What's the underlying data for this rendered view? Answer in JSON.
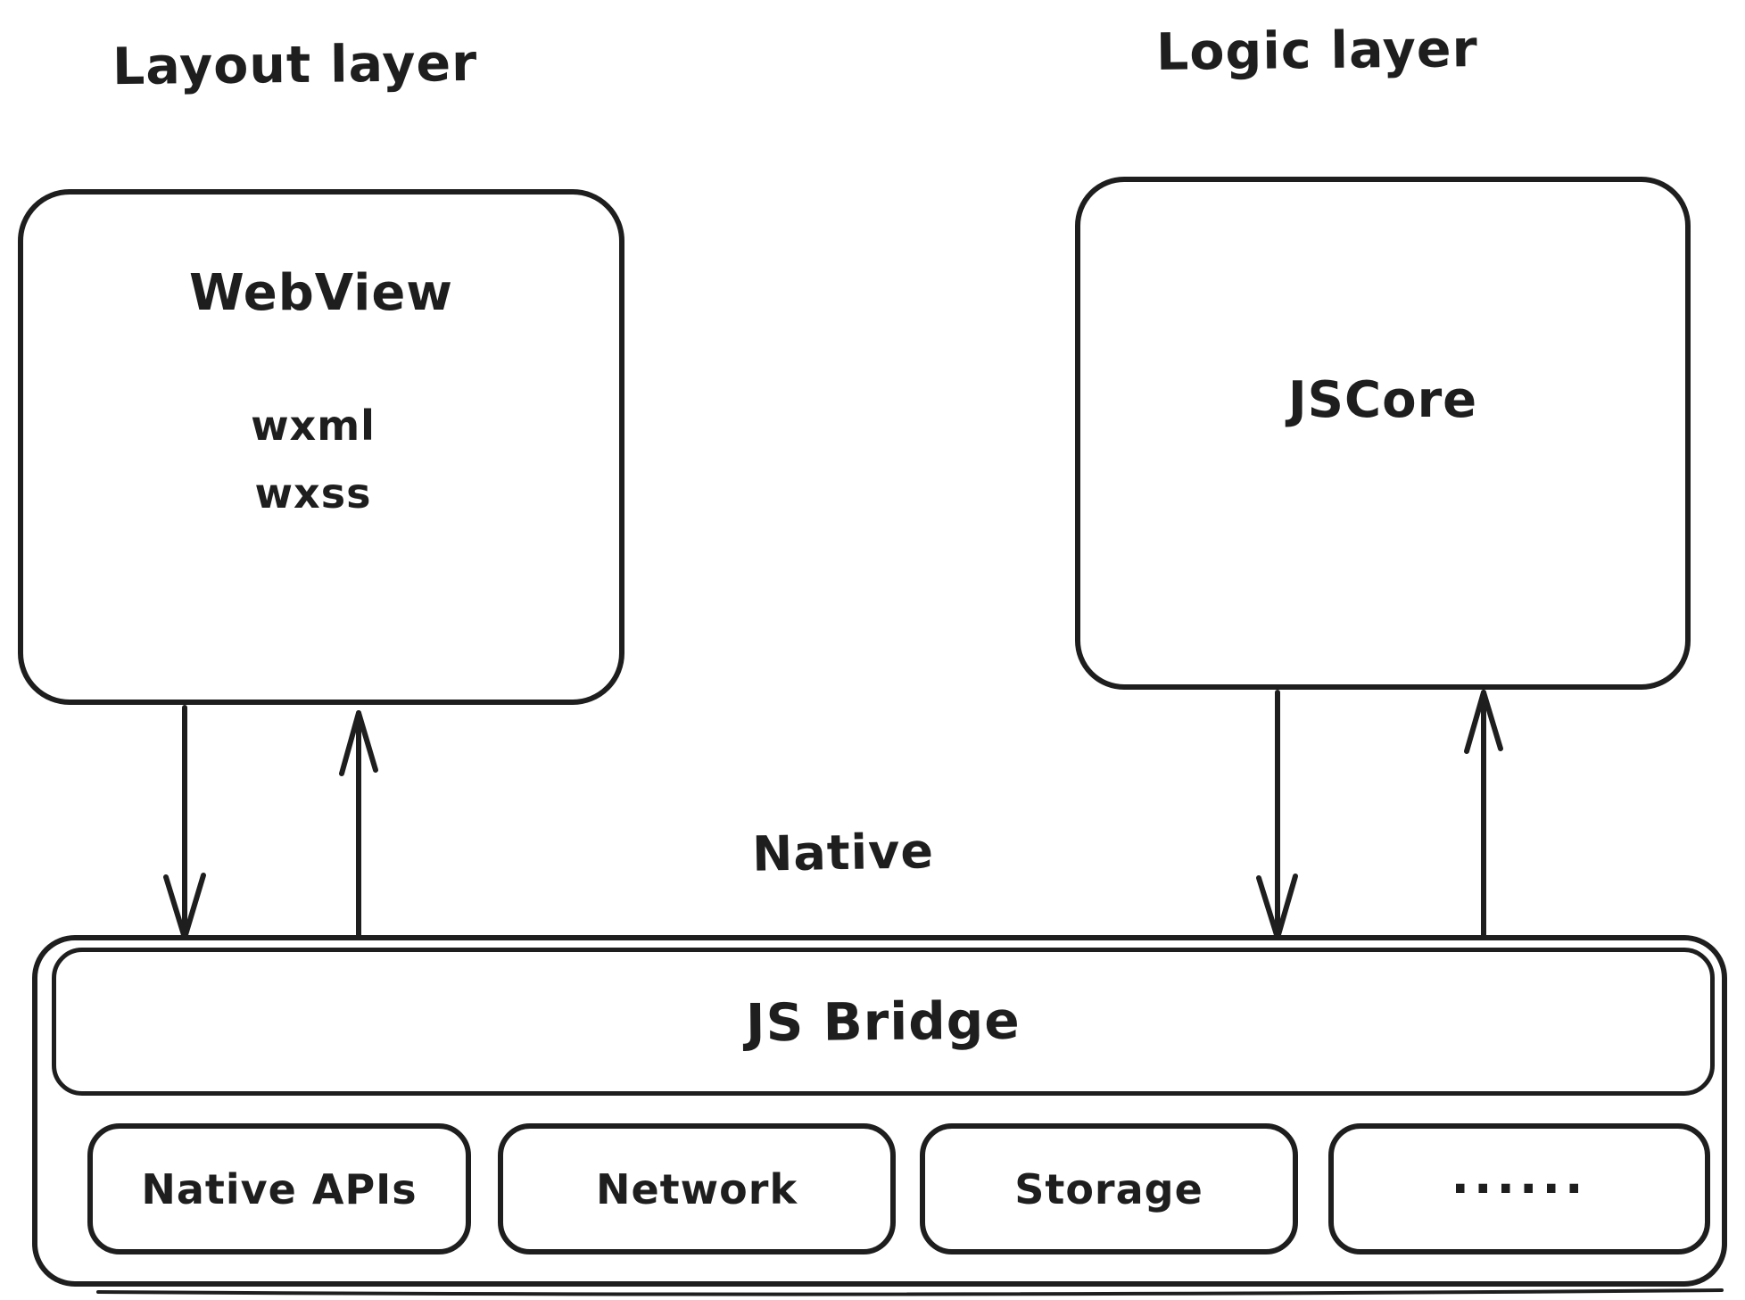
{
  "diagram": {
    "layout_layer_label": "Layout layer",
    "logic_layer_label": "Logic layer",
    "native_label": "Native",
    "webview": {
      "title": "WebView",
      "tech": [
        "wxml",
        "wxss"
      ]
    },
    "jscore": {
      "title": "JSCore"
    },
    "js_bridge": {
      "title": "JS Bridge"
    },
    "native_modules": [
      {
        "label": "Native APIs"
      },
      {
        "label": "Network"
      },
      {
        "label": "Storage"
      },
      {
        "label": "......"
      }
    ],
    "colors": {
      "stroke": "#1e1e1e",
      "background": "#ffffff"
    }
  }
}
